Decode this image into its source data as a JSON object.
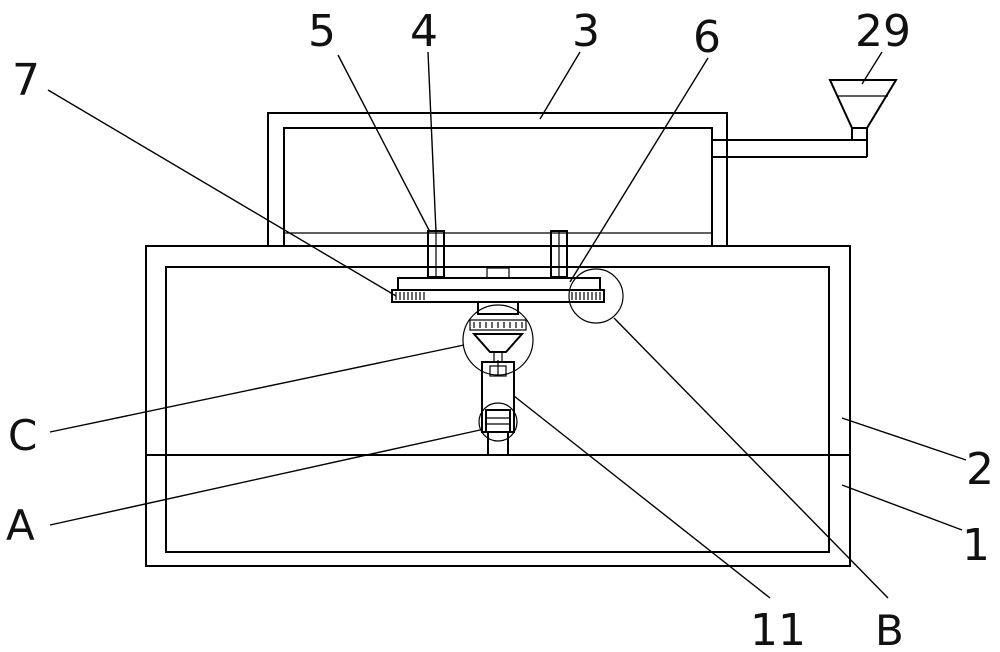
{
  "diagram": {
    "labels": {
      "l1": "1",
      "l2": "2",
      "l3": "3",
      "l4": "4",
      "l5": "5",
      "l6": "6",
      "l7": "7",
      "l11": "11",
      "l29": "29",
      "lA": "A",
      "lB": "B",
      "lC": "C"
    }
  }
}
